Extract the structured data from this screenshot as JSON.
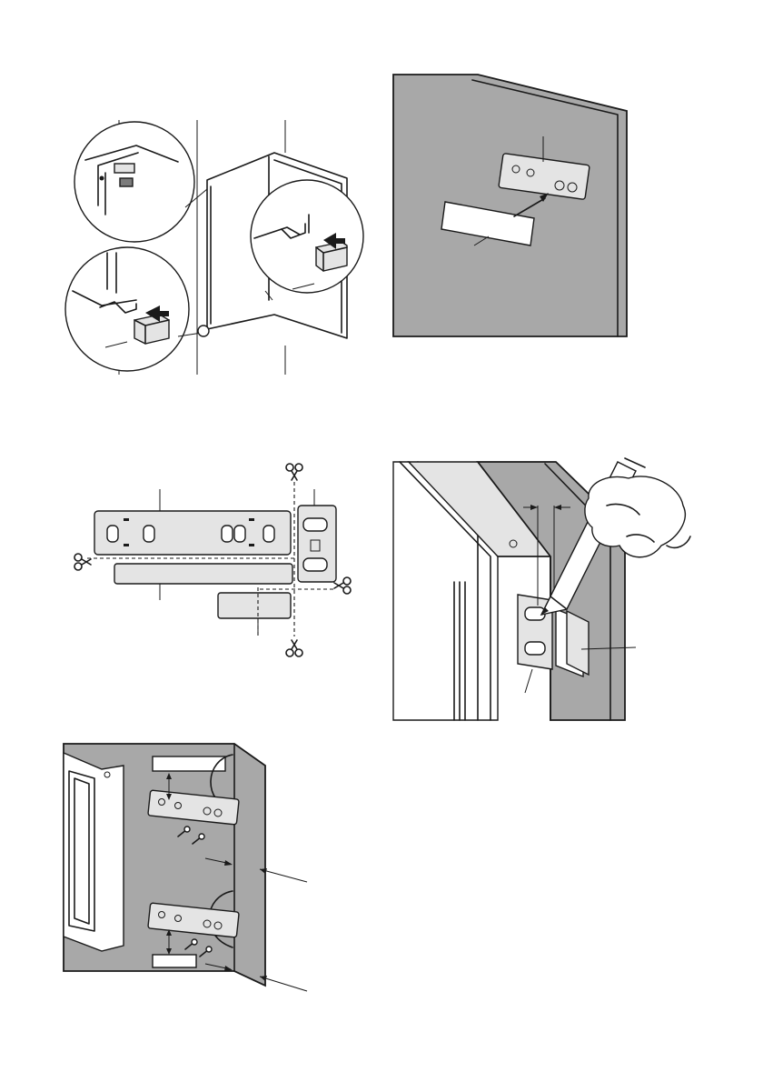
{
  "figures": [
    {
      "id": "fig1",
      "description_label": ""
    },
    {
      "id": "fig2",
      "description_label": ""
    },
    {
      "id": "fig3",
      "description_label": ""
    },
    {
      "id": "fig4",
      "description_label": ""
    },
    {
      "id": "fig5",
      "description_label": ""
    }
  ],
  "icons": [
    "scissors-icon",
    "arrow-icon",
    "screw-icon",
    "pencil-icon",
    "hand-icon"
  ],
  "colors": {
    "panel": "#a8a8a8",
    "line": "#1a1a1a",
    "component": "#e4e4e4"
  }
}
